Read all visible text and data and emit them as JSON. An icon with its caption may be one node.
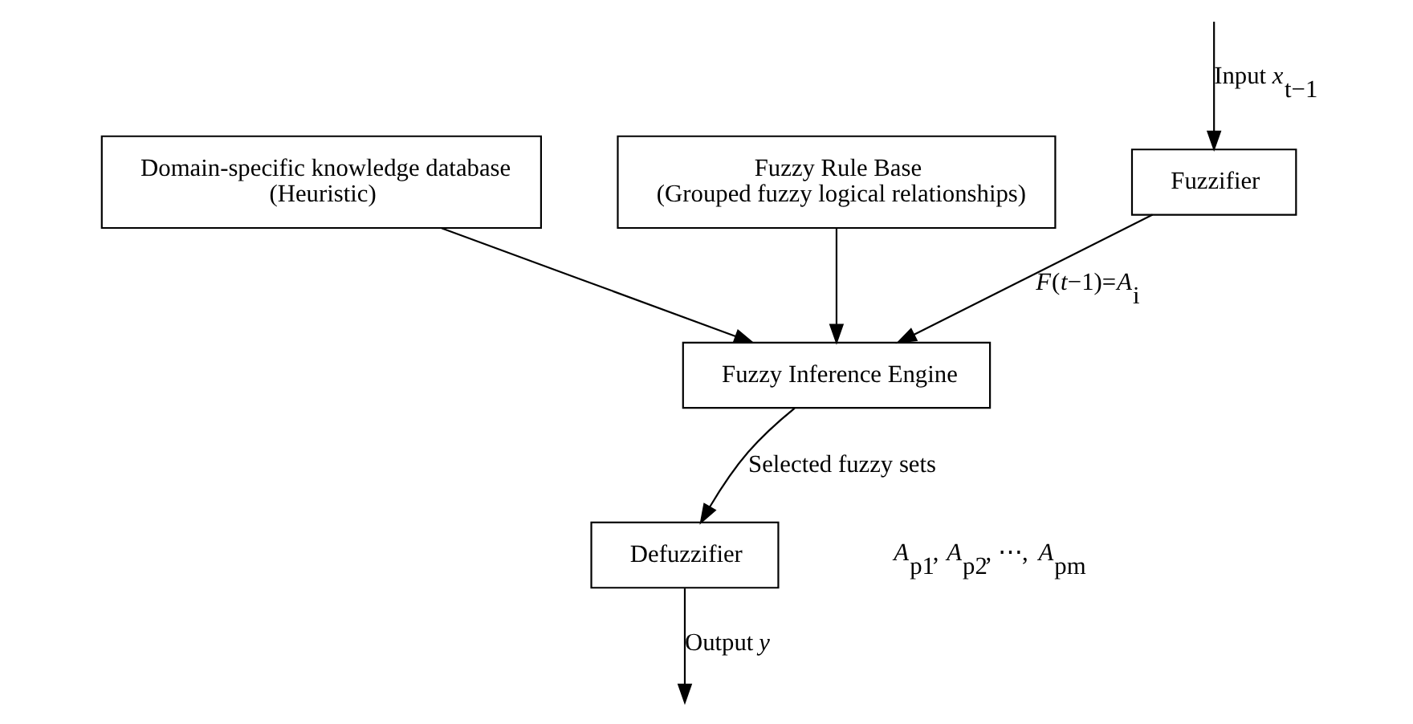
{
  "diagram": {
    "nodes": [
      {
        "text": [
          "Domain-specific knowledge database",
          "(Heuristic)"
        ]
      },
      {
        "text": [
          "Fuzzy Rule Base",
          "(Grouped fuzzy logical relationships)"
        ]
      },
      {
        "text": [
          "Fuzzifier"
        ]
      },
      {
        "text": [
          "Fuzzy Inference Engine"
        ]
      },
      {
        "text": [
          "Defuzzifier"
        ]
      }
    ],
    "edges": [
      {
        "from": null,
        "to": 2,
        "arrow": "to",
        "label": "Input *x*$_{t−1}$"
      },
      {
        "from": 2,
        "to": 3,
        "arrow": "to",
        "label": "*F*(*t*−1)=*A*$_{i}$"
      },
      {
        "from": 0,
        "to": 3,
        "arrow": "to"
      },
      {
        "from": 1,
        "to": 3,
        "arrow": "to"
      },
      {
        "from": 3,
        "to": 4,
        "arrow": "to",
        "label": "Selected fuzzy sets"
      },
      {
        "from": 4,
        "to": null,
        "arrow": "to",
        "label": "Output *y*"
      }
    ],
    "labels": [
      "*A*$_{p1}$, *A*$_{p2}$, ⋯, *A*$_{pm}$"
    ]
  }
}
